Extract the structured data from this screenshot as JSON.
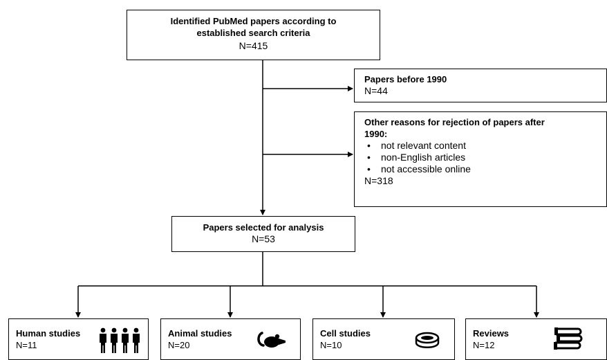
{
  "top_box": {
    "line1": "Identified PubMed papers according to",
    "line2": "established search criteria",
    "count": "N=415"
  },
  "before_1990": {
    "title": "Papers before 1990",
    "count": "N=44"
  },
  "other_reasons": {
    "title_line1": "Other reasons for rejection of papers after",
    "title_line2": "1990:",
    "items": [
      "not relevant content",
      "non-English articles",
      "not accessible online"
    ],
    "count": "N=318"
  },
  "selected": {
    "title": "Papers selected for analysis",
    "count": "N=53"
  },
  "categories": [
    {
      "label": "Human studies",
      "count": "N=11",
      "icon": "people-icon"
    },
    {
      "label": "Animal studies",
      "count": "N=20",
      "icon": "rat-icon"
    },
    {
      "label": "Cell studies",
      "count": "N=10",
      "icon": "petri-dish-icon"
    },
    {
      "label": "Reviews",
      "count": "N=12",
      "icon": "books-icon"
    }
  ]
}
